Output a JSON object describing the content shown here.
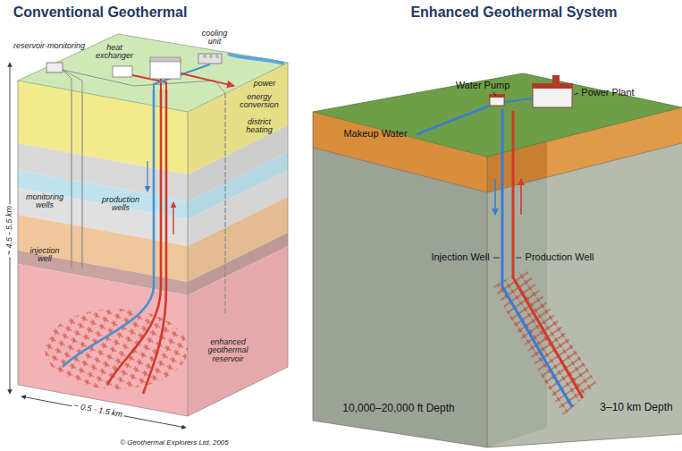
{
  "diagram": {
    "labels": [
      "Conventional Geothermal",
      "Enhanced Geothermal System",
      "reservoir-monitoring",
      "heat exchanger",
      "cooling unit",
      "power",
      "energy conversion",
      "district heating",
      "monitoring wells",
      "production wells",
      "injection well",
      "~ 4.5 - 5.5 km",
      "enhanced geothermal reservoir",
      "~ 0.5 - 1.5 km",
      "© Geothermal Explorers Ltd, 2005",
      "Water Pump",
      "Makeup Water",
      "Power Plant",
      "Injection Well",
      "Production Well",
      "10,000–20,000 ft Depth",
      "3–10 km Depth"
    ]
  }
}
